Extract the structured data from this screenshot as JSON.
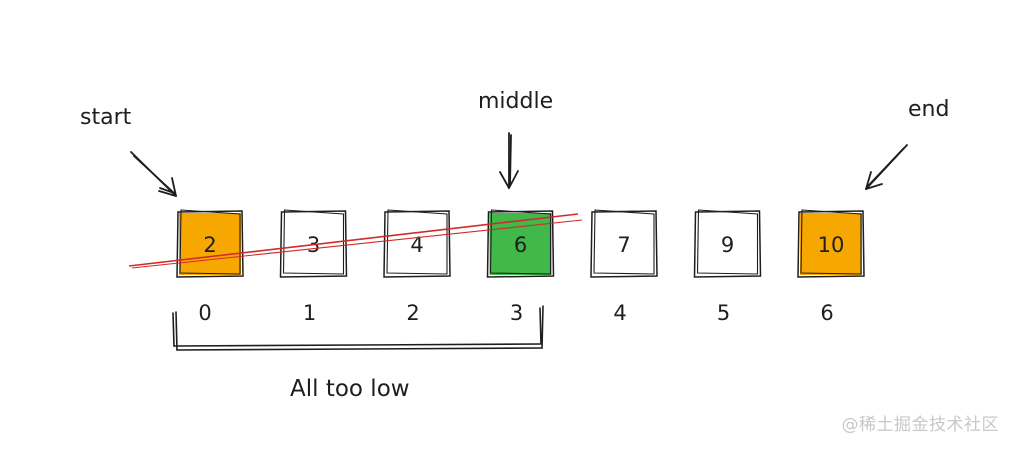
{
  "diagram": {
    "cells": [
      {
        "value": "2",
        "index": "0",
        "fill": "#f7a800"
      },
      {
        "value": "3",
        "index": "1",
        "fill": "none"
      },
      {
        "value": "4",
        "index": "2",
        "fill": "none"
      },
      {
        "value": "6",
        "index": "3",
        "fill": "#40b84a"
      },
      {
        "value": "7",
        "index": "4",
        "fill": "none"
      },
      {
        "value": "9",
        "index": "5",
        "fill": "none"
      },
      {
        "value": "10",
        "index": "6",
        "fill": "#f7a800"
      }
    ],
    "pointers": {
      "start": "start",
      "middle": "middle",
      "end": "end"
    },
    "bracket_label": "All too low",
    "strike_color": "#d12b2b"
  },
  "watermark": "@稀土掘金技术社区"
}
